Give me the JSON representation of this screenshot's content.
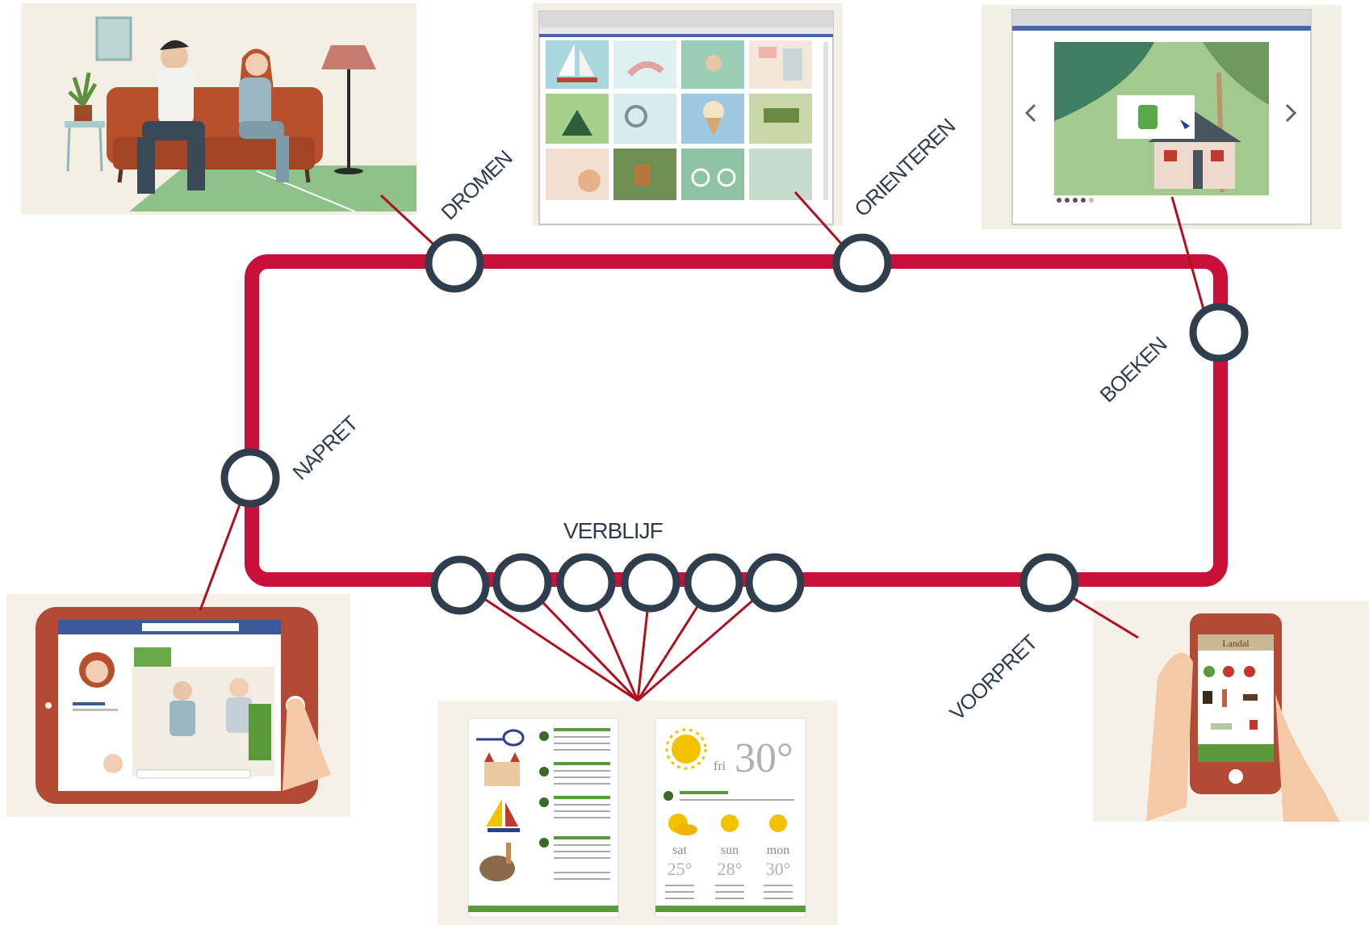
{
  "stages": {
    "dromen": "DROMEN",
    "orienteren": "ORIENTEREN",
    "boeken": "BOEKEN",
    "voorpret": "VOORPRET",
    "verblijf": "VERBLIJF",
    "napret": "NAPRET"
  },
  "weather_card": {
    "today_day": "fri",
    "today_temp": "30°",
    "forecast": [
      {
        "day": "sat",
        "temp": "25°"
      },
      {
        "day": "sun",
        "temp": "28°"
      },
      {
        "day": "mon",
        "temp": "30°"
      }
    ]
  },
  "phone_app": {
    "brand": "Landal"
  },
  "colors": {
    "track": "#c8103a",
    "node_ring": "#2e3e4c",
    "connector": "#b0101e",
    "label": "#2e3e4c",
    "accent_green": "#5a9a3a",
    "tablet_frame": "#b24a36"
  }
}
